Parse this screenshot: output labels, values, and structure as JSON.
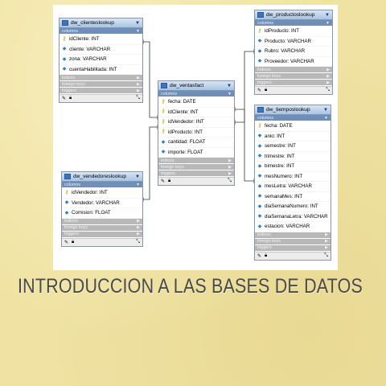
{
  "title": "INTRODUCCION A LAS BASES DE DATOS",
  "section_labels": {
    "columns": "columns",
    "indices": "indices",
    "foreign_keys": "foreign keys",
    "triggers": "triggers"
  },
  "tables": {
    "clientes": {
      "name": "dw_clienteslookup",
      "columns": [
        "idCliente: INT",
        "cliente: VARCHAR",
        "zona: VARCHAR",
        "cuentaHabilitada: INT"
      ]
    },
    "productos": {
      "name": "dw_productoslookup",
      "columns": [
        "idProducto: INT",
        "Producto: VARCHAR",
        "Rubro: VARCHAR",
        "Proveedor: VARCHAR"
      ]
    },
    "ventas": {
      "name": "dw_ventasfact",
      "columns": [
        "fecha: DATE",
        "idCliente: INT",
        "idVendedor: INT",
        "idProducto: INT",
        "cantidad: FLOAT",
        "importe: FLOAT"
      ]
    },
    "vendedores": {
      "name": "dw_vendedoreslookup",
      "columns": [
        "idVendedor: INT",
        "Vendedor: VARCHAR",
        "Comision: FLOAT"
      ]
    },
    "tiempos": {
      "name": "dw_tiemposlookup",
      "columns": [
        "fecha: DATE",
        "anio: INT",
        "semestre: INT",
        "trimestre: INT",
        "bimestre: INT",
        "mesNumero: INT",
        "mesLetra: VARCHAR",
        "semanaMes: INT",
        "diaSemanaNumero: INT",
        "diaSemanaLetra: VARCHAR",
        "estacion: VARCHAR"
      ]
    }
  }
}
